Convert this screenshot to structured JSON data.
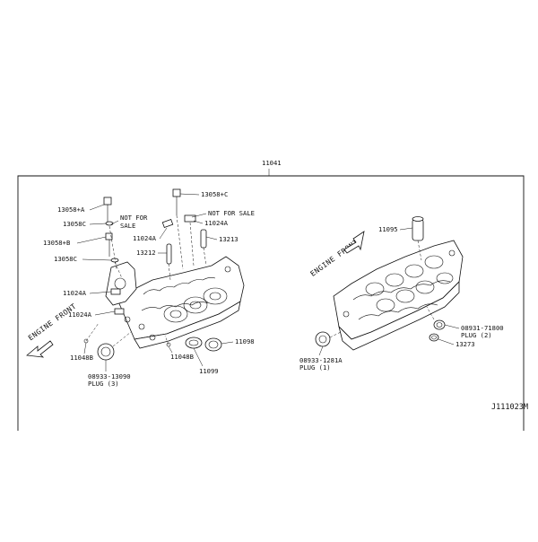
{
  "diagram": {
    "assembly_number": "11041",
    "figure_code": "J111023M",
    "left_head_labels": {
      "p13058A": "13058+A",
      "p13058C": "13058C",
      "p13058B": "13058+B",
      "p13058BC": "13058C",
      "p13058Cplus": "13058+C",
      "nfs1_line1": "NOT FOR",
      "nfs1_line2": "SALE",
      "nfs2": "NOT FOR SALE",
      "p11024A_top": "11024A",
      "p11024A_mid": "11024A",
      "p11024A_left": "11024A",
      "p11024A_low": "11024A",
      "p13212": "13212",
      "p13213": "13213",
      "p11048B_left": "11048B",
      "p11048B_mid": "11048B",
      "p11098": "11098",
      "p11099": "11099",
      "plug1_number": "08933-13090",
      "plug1_name": "PLUG (3)",
      "engine_front": "ENGINE FRONT"
    },
    "right_head_labels": {
      "p11095": "11095",
      "plug2_number": "08931-71800",
      "plug2_name": "PLUG (2)",
      "p13273": "13273",
      "plug3_number": "08933-1281A",
      "plug3_name": "PLUG (1)",
      "engine_front": "ENGINE FRONT"
    },
    "icons": {
      "arrow_left": "arrow-left-icon",
      "arrow_right": "arrow-up-right-icon"
    }
  }
}
